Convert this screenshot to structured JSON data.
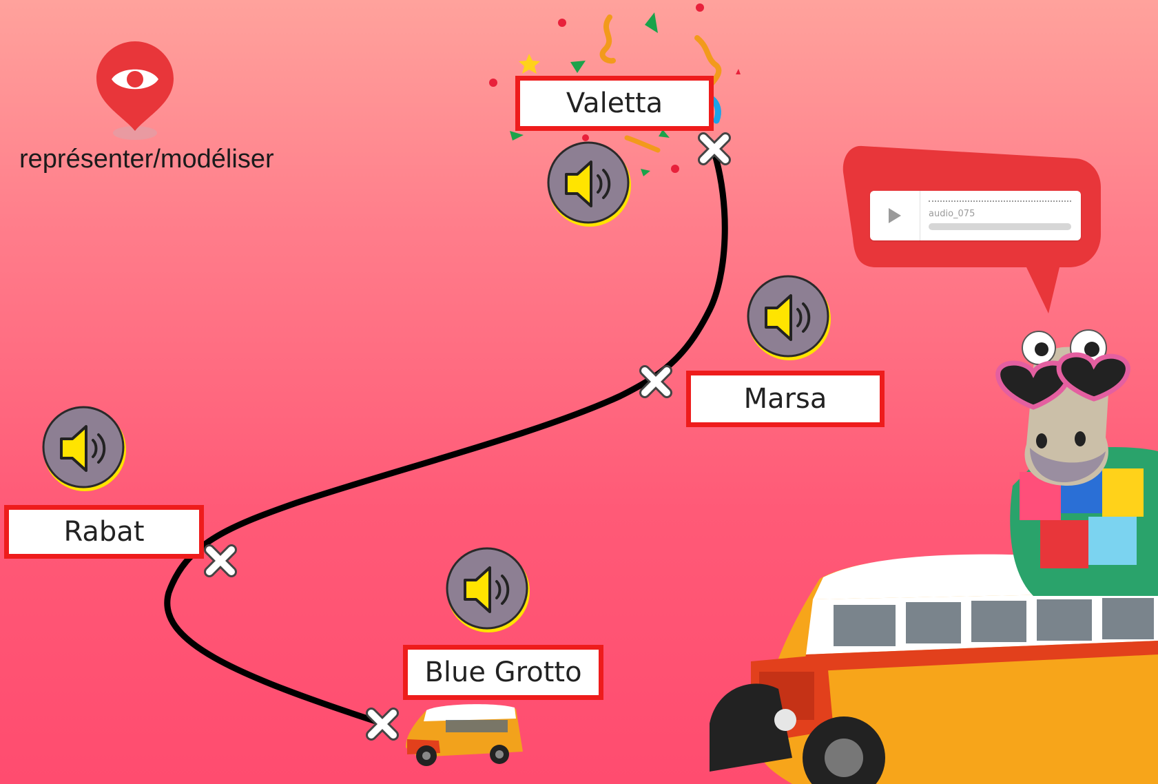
{
  "tag": {
    "icon": "eye-location-pin-icon",
    "label": "représenter/modéliser"
  },
  "stops": [
    {
      "name": "Valetta"
    },
    {
      "name": "Marsa"
    },
    {
      "name": "Rabat"
    },
    {
      "name": "Blue Grotto"
    }
  ],
  "audio_player": {
    "title": "audio_075",
    "play_icon": "play-icon"
  },
  "colors": {
    "label_border": "#ee1c1c",
    "bubble": "#e8363a",
    "route": "#000000",
    "speaker_disc": "#8d7f93",
    "speaker_icon": "#ffe400"
  }
}
